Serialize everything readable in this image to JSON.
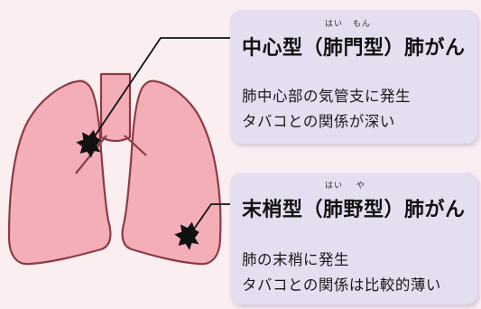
{
  "central": {
    "title_prefix": "中心型",
    "title_type_open": "（肺門型）",
    "title_suffix": "肺がん",
    "ruby_1": "はい",
    "ruby_2": "もん",
    "desc_line1": "肺中心部の気管支に発生",
    "desc_line2": "タバコとの関係が深い"
  },
  "peripheral": {
    "title_prefix": "末梢型",
    "title_type_open": "（肺野型）",
    "title_suffix": "肺がん",
    "ruby_1": "はい",
    "ruby_2": "や",
    "desc_line1": "肺の末梢に発生",
    "desc_line2": "タバコとの関係は比較的薄い"
  },
  "colors": {
    "background": "#fbeef0",
    "lung_fill": "#f4aeb8",
    "lung_stroke": "#8c3b45",
    "tumor": "#111111",
    "card": "#e5ddf0"
  },
  "icons": {
    "lungs": "lungs-icon",
    "central_tumor": "tumor-star-icon",
    "peripheral_tumor": "tumor-star-icon",
    "arrow": "arrow-right-icon"
  }
}
